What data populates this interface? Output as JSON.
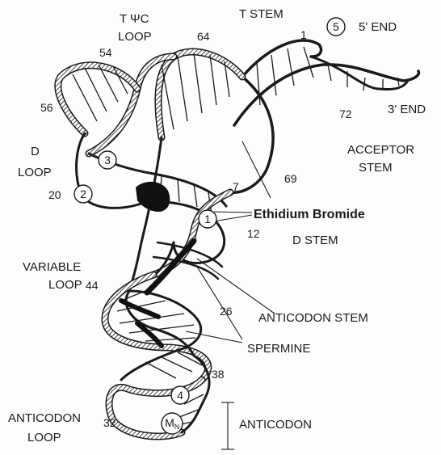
{
  "labels": {
    "tpsic_loop_line1": "T ΨC",
    "tpsic_loop_line2": "LOOP",
    "t_stem": "T  STEM",
    "five_end": "5' END",
    "three_end": "3' END",
    "acceptor_line1": "ACCEPTOR",
    "acceptor_line2": "STEM",
    "d_loop_line1": "D",
    "d_loop_line2": "LOOP",
    "ethidium": "Ethidium Bromide",
    "d_stem": "D   STEM",
    "variable_line1": "VARIABLE",
    "variable_line2": "LOOP",
    "anticodon_stem": "ANTICODON STEM",
    "spermine": "SPERMINE",
    "anticodon_loop_line1": "ANTICODON",
    "anticodon_loop_line2": "LOOP",
    "anticodon": "ANTICODON"
  },
  "residues": {
    "n1": "1",
    "n7": "7",
    "n12": "12",
    "n20": "20",
    "n26": "26",
    "n32": "32",
    "n38": "38",
    "n44": "44",
    "n54": "54",
    "n56": "56",
    "n64": "64",
    "n69": "69",
    "n72": "72"
  },
  "sites": {
    "s1": "1",
    "s2": "2",
    "s3": "3",
    "s4": "4",
    "s5": "5",
    "mn": "M",
    "mn_sub": "N"
  },
  "colors": {
    "ink": "#1a1a1a",
    "paper": "#fdfdfb",
    "drug": "#111111"
  }
}
